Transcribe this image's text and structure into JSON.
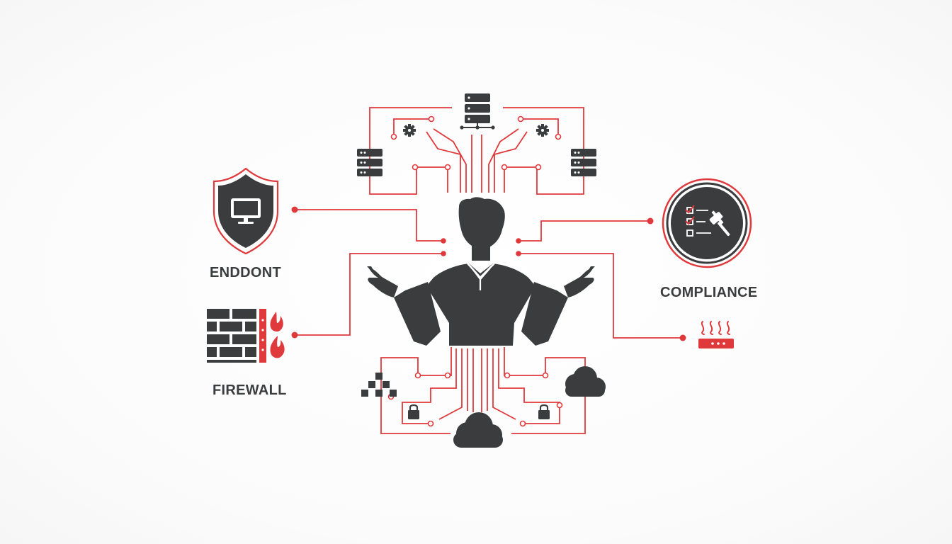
{
  "labels": {
    "endpoint": "ENDDONT",
    "compliance": "COMPLIANCE",
    "firewall": "FIREWALL"
  },
  "icons": {
    "person": "person-shrugging-icon",
    "endpoint": "shield-monitor-icon",
    "compliance": "checklist-gavel-icon",
    "firewall": "brick-wall-fire-icon",
    "router": "router-heat-icon",
    "clouds": "cloud-icon",
    "servers": "server-rack-icon",
    "network": "network-server-icon",
    "gears": "gear-icon",
    "locks": "lock-icon",
    "blocks": "pyramid-blocks-icon"
  },
  "colors": {
    "accent": "#e0393c",
    "icon": "#3b3c3e",
    "text": "#3b3c3e",
    "background": "#ffffff"
  }
}
